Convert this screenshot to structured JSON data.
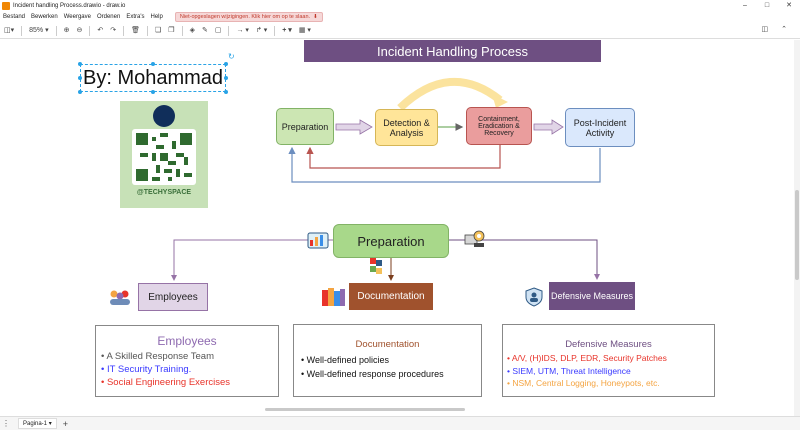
{
  "window": {
    "title": "Incident handling Process.drawio - draw.io"
  },
  "menubar": {
    "items": [
      "Bestand",
      "Bewerken",
      "Weergave",
      "Ordenen",
      "Extra's",
      "Help"
    ],
    "unsaved_notice": "Niet-opgeslagen wijzigingen. Klik hier om op te slaan."
  },
  "toolbar": {
    "zoom": "85%"
  },
  "diagram": {
    "banner": "Incident Handling Process",
    "byline": "By: Mohammad",
    "qr_brand": "@TECHYSPACE",
    "flow": {
      "preparation": "Preparation",
      "detection": "Detection & Analysis",
      "containment": "Containment, Eradication & Recovery",
      "post": "Post-Incident Activity"
    },
    "prep_center": "Preparation",
    "employees": {
      "header": "Employees",
      "title": "Employees",
      "items": [
        "A Skilled Response Team",
        "IT Security Training.",
        "Social Engineering Exercises"
      ],
      "colors": [
        "#555555",
        "#3a3aff",
        "#e8332a"
      ]
    },
    "documentation": {
      "header": "Documentation",
      "title": "Documentation",
      "items": [
        "Well-defined policies",
        "Well-defined response procedures"
      ],
      "colors": [
        "#111111",
        "#111111"
      ]
    },
    "defensive": {
      "header": "Defensive Measures",
      "title": "Defensive Measures",
      "items": [
        "A/V, (H)IDS, DLP, EDR, Security Patches",
        "SIEM, UTM, Threat Intelligence",
        "NSM, Central Logging, Honeypots, etc."
      ],
      "colors": [
        "#e8332a",
        "#3a3aff",
        "#f4a442"
      ]
    }
  },
  "footer": {
    "page_tab": "Pagina-1"
  }
}
